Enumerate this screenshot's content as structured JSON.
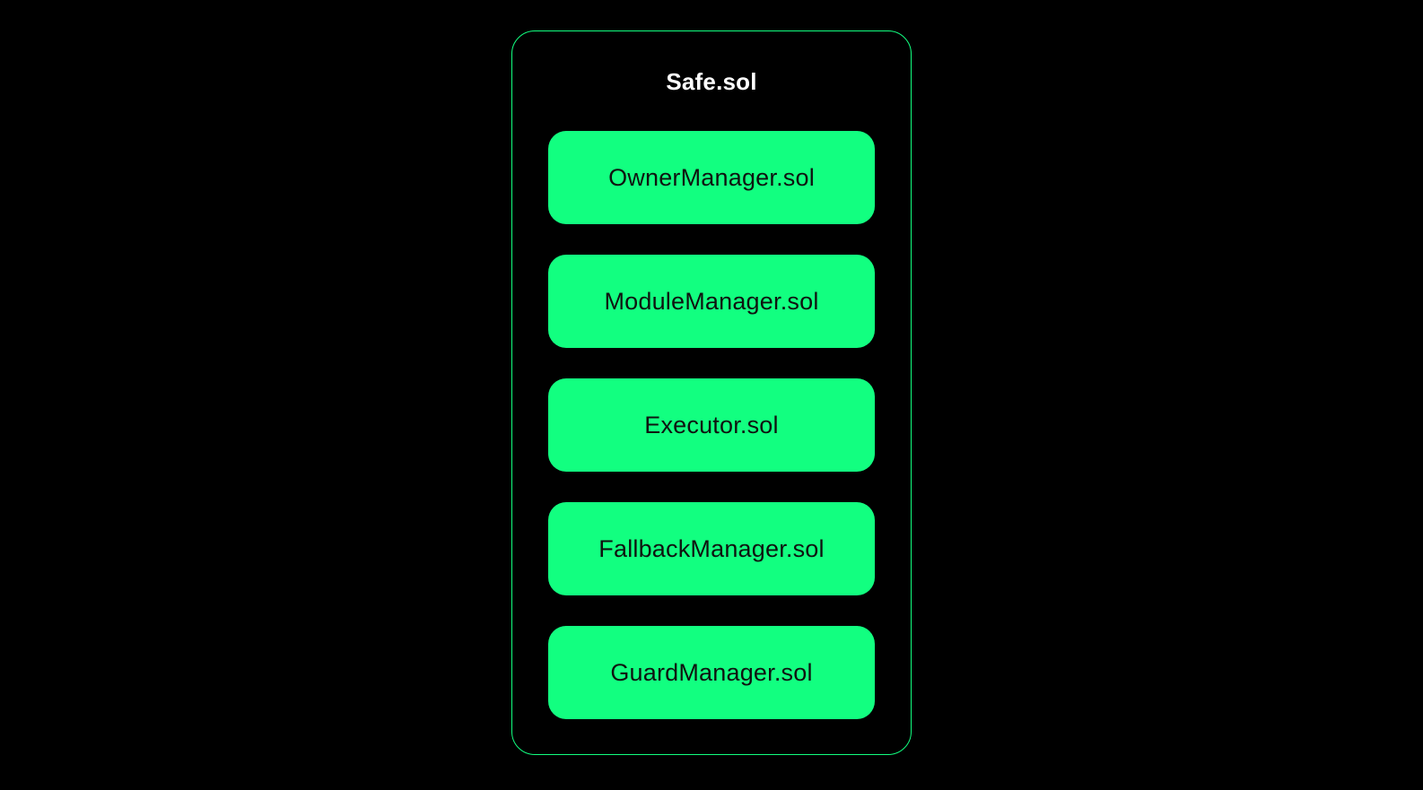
{
  "diagram": {
    "title": "Safe.sol",
    "components": [
      {
        "label": "OwnerManager.sol"
      },
      {
        "label": "ModuleManager.sol"
      },
      {
        "label": "Executor.sol"
      },
      {
        "label": "FallbackManager.sol"
      },
      {
        "label": "GuardManager.sol"
      }
    ],
    "colors": {
      "background": "#000000",
      "accent_green": "#12ff80",
      "container_border": "#12ff80",
      "title_text": "#ffffff",
      "module_text": "#0f1310"
    }
  }
}
